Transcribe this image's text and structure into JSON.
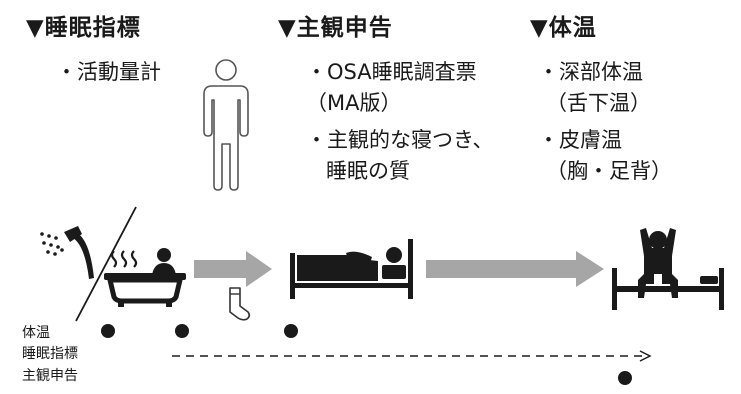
{
  "headings": {
    "sleep_index": "▼睡眠指標",
    "subjective": "▼主観申告",
    "body_temp": "▼体温"
  },
  "sleep_index_items": [
    "・活動量計"
  ],
  "subjective_items": {
    "item1_line1": "・OSA睡眠調査票",
    "item1_line2": "（MA版）",
    "item2_line1": "・主観的な寝つき、",
    "item2_line2": "睡眠の質"
  },
  "body_temp_items": {
    "item1_line1": "・深部体温",
    "item1_line2": "（舌下温）",
    "item2_line1": "・皮膚温",
    "item2_line2": "（胸・足背）"
  },
  "timeline_labels": {
    "body_temp": "体温",
    "sleep_index": "睡眠指標",
    "subjective": "主観申告"
  },
  "icons": [
    "shower-icon",
    "bathtub-icon",
    "sock-icon",
    "bed-sleeping-icon",
    "wake-up-icon",
    "person-outline-icon"
  ],
  "colors": {
    "arrow": "#a6a6a6",
    "ink": "#1a1a1a"
  }
}
